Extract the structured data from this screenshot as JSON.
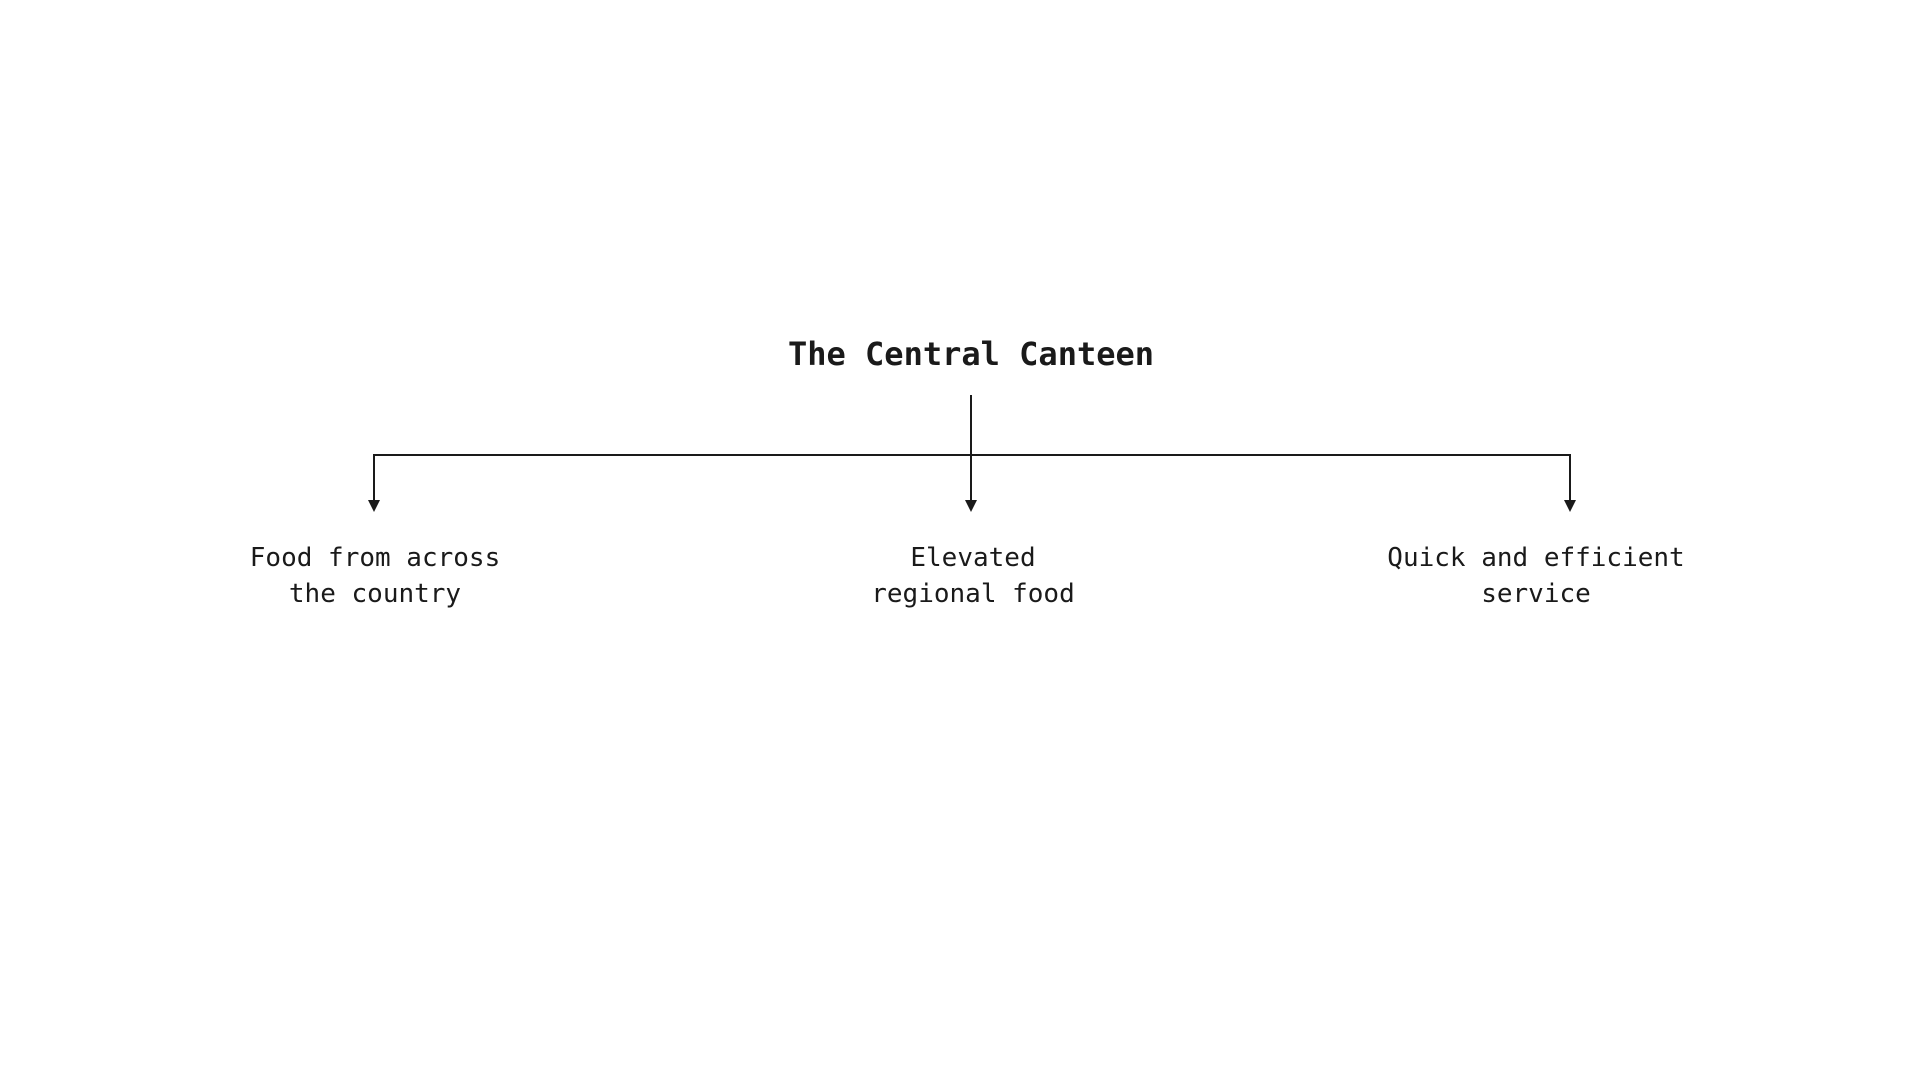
{
  "colors": {
    "text": "#1a1a1a",
    "connector": "#1a1a1a",
    "background": "#ffffff"
  },
  "diagram": {
    "root": {
      "label": "The Central Canteen"
    },
    "branches": [
      {
        "lines": [
          "Food from across",
          "the country"
        ]
      },
      {
        "lines": [
          "Elevated",
          "regional food"
        ]
      },
      {
        "lines": [
          "Quick and efficient",
          "service"
        ]
      }
    ]
  }
}
